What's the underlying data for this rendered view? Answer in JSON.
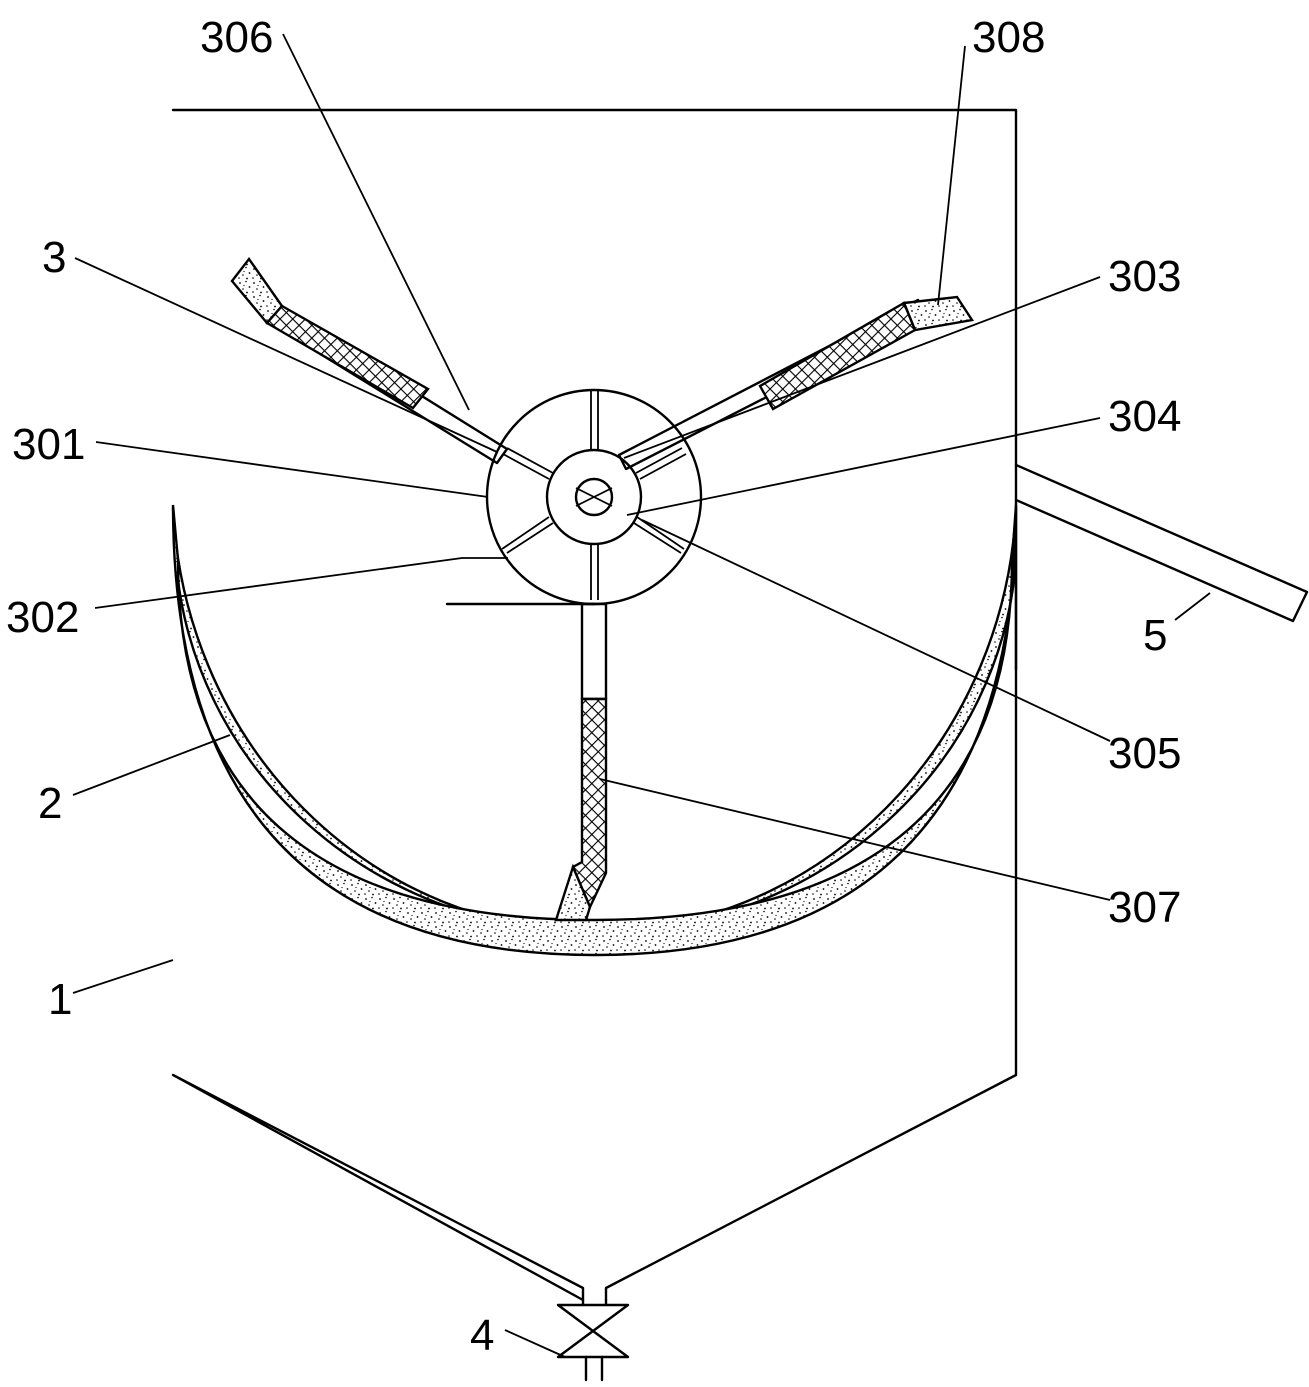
{
  "labels": {
    "l306": "306",
    "l308": "308",
    "l3": "3",
    "l303": "303",
    "l301": "301",
    "l304": "304",
    "l302": "302",
    "l5": "5",
    "l305": "305",
    "l2": "2",
    "l307": "307",
    "l1": "1",
    "l4": "4"
  },
  "colors": {
    "line": "#000000",
    "background": "#ffffff"
  }
}
